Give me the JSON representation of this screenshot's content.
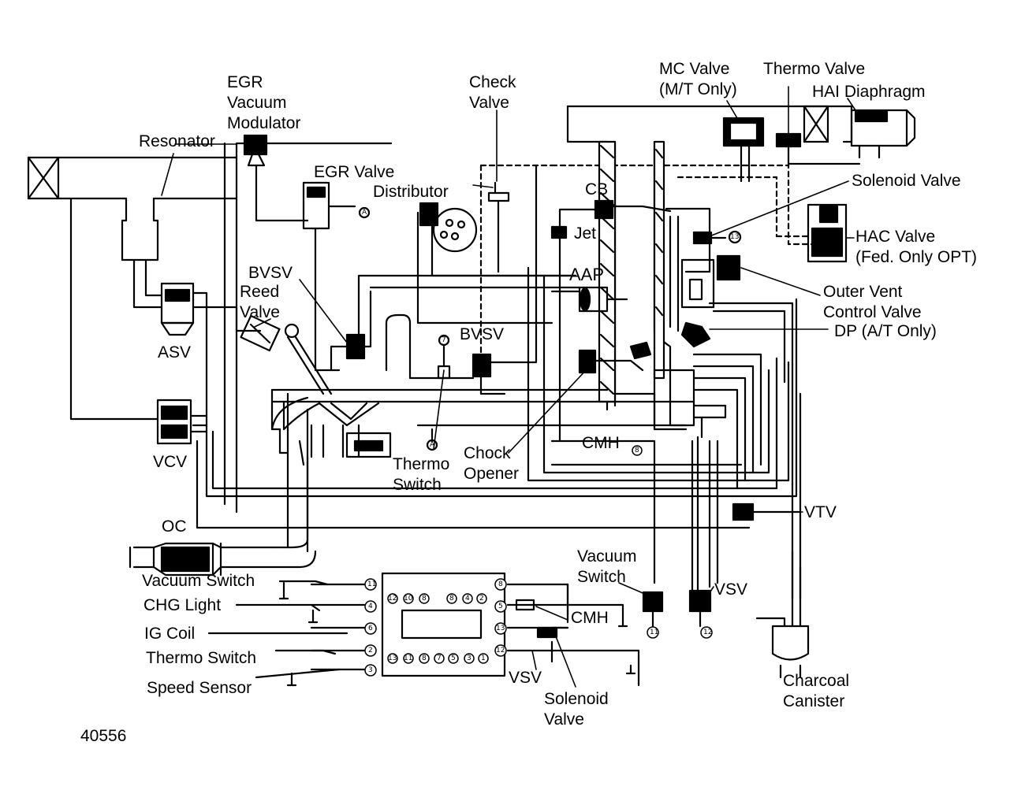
{
  "colors": {
    "ink": "#000000",
    "paper": "#ffffff"
  },
  "labels": {
    "egr_vacuum_modulator": "EGR\nVacuum\nModulator",
    "check_valve": "Check\nValve",
    "mc_valve": "MC Valve\n(M/T Only)",
    "thermo_valve": "Thermo Valve",
    "hai_diaphragm": "HAI Diaphragm",
    "resonator": "Resonator",
    "egr_valve": "EGR Valve",
    "distributor": "Distributor",
    "cb": "CB",
    "solenoid_valve_top": "Solenoid Valve",
    "jet": "Jet",
    "hac_valve": "HAC Valve\n(Fed. Only OPT)",
    "aap": "AAP",
    "bvsv_left": "BVSV",
    "reed_valve": "Reed\nValve",
    "outer_vent_control_valve": "Outer Vent\nControl Valve",
    "dp": "DP (A/T Only)",
    "asv": "ASV",
    "bvsv_center": "BVSV",
    "vcv": "VCV",
    "chock_opener": "Chock\nOpener",
    "thermo_switch_center": "Thermo\nSwitch",
    "cmh_center": "CMH",
    "vtv": "VTV",
    "oc": "OC",
    "vacuum_switch_right": "Vacuum\nSwitch",
    "vsv_right": "VSV",
    "vacuum_switch_left": "Vacuum Switch",
    "chg_light": "CHG Light",
    "ig_coil": "IG Coil",
    "thermo_switch_left": "Thermo Switch",
    "speed_sensor": "Speed Sensor",
    "cmh_bottom": "CMH",
    "vsv_bottom": "VSV",
    "solenoid_valve_bottom": "Solenoid\nValve",
    "charcoal_canister": "Charcoal\nCanister",
    "figure_number": "40556"
  },
  "connector_pins": {
    "left_column": [
      "11",
      "4",
      "6",
      "2",
      "3"
    ],
    "right_column": [
      "8",
      "5",
      "13",
      "12"
    ],
    "ecu_top_row": [
      "12",
      "10",
      "8",
      "8",
      "4",
      "2"
    ],
    "ecu_bottom_row": [
      "13",
      "11",
      "8",
      "7",
      "5",
      "3",
      "1"
    ],
    "markers": [
      "A",
      "A",
      "7",
      "13",
      "8",
      "11",
      "12"
    ]
  },
  "icons": [
    "solenoid-valve-icon",
    "canister-icon",
    "distributor-icon",
    "piston-icon",
    "ground-icon"
  ]
}
